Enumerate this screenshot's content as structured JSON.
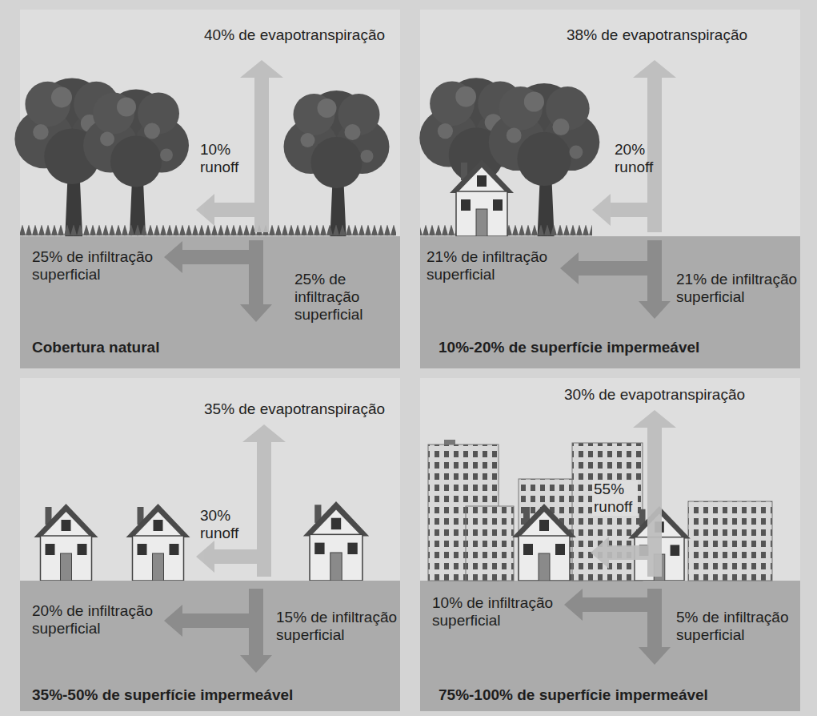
{
  "diagram": {
    "nodes": [
      {
        "text": [
          "40% de evapotranspiração",
          "10% runoff",
          "25% de infiltração superficial",
          "25% de infiltração superficial",
          "Cobertura natural"
        ]
      },
      {
        "text": [
          "38% de evapotranspiração",
          "20% runoff",
          "21% de infiltração superficial",
          "21% de infiltração superficial",
          "10%-20% de superfície impermeável"
        ]
      },
      {
        "text": [
          "35% de evapotranspiração",
          "30% runoff",
          "20% de infiltração superficial",
          "15% de infiltração superficial",
          "35%-50% de superfície impermeável"
        ]
      },
      {
        "text": [
          "30% de evapotranspiração",
          "55% runoff",
          "10% de infiltração superficial",
          "5% de infiltração superficial",
          "75%-100% de superfície impermeável"
        ]
      }
    ]
  }
}
